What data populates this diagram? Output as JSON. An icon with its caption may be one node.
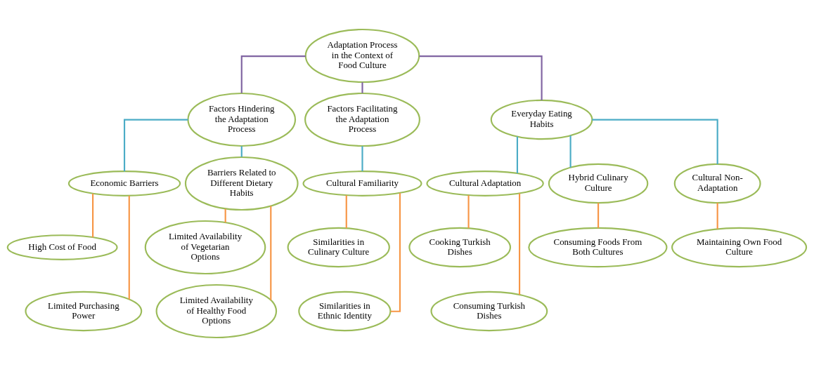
{
  "diagram": {
    "nodes": [
      {
        "text": [
          "Adaptation Process in the Context of Food Culture"
        ]
      },
      {
        "text": [
          "Factors Hindering the Adaptation Process"
        ]
      },
      {
        "text": [
          "Factors Facilitating the Adaptation Process"
        ]
      },
      {
        "text": [
          "Everyday Eating Habits"
        ]
      },
      {
        "text": [
          "Economic Barriers"
        ]
      },
      {
        "text": [
          "Barriers Related to Different Dietary Habits"
        ]
      },
      {
        "text": [
          "Cultural Familiarity"
        ]
      },
      {
        "text": [
          "Cultural Adaptation"
        ]
      },
      {
        "text": [
          "Hybrid Culinary Culture"
        ]
      },
      {
        "text": [
          "Cultural Non-Adaptation"
        ]
      },
      {
        "text": [
          "High Cost of Food"
        ]
      },
      {
        "text": [
          "Limited Purchasing Power"
        ]
      },
      {
        "text": [
          "Limited Availability of Vegetarian Options"
        ]
      },
      {
        "text": [
          "Limited Availability of Healthy Food Options"
        ]
      },
      {
        "text": [
          "Similarities in Culinary Culture"
        ]
      },
      {
        "text": [
          "Similarities in Ethnic Identity"
        ]
      },
      {
        "text": [
          "Cooking Turkish Dishes"
        ]
      },
      {
        "text": [
          "Consuming Turkish Dishes"
        ]
      },
      {
        "text": [
          "Consuming Foods From Both Cultures"
        ]
      },
      {
        "text": [
          "Maintaining Own Food Culture"
        ]
      }
    ],
    "edges": [
      {
        "from": 0,
        "to": 1,
        "arrow": "none",
        "color": "#8064a2"
      },
      {
        "from": 0,
        "to": 2,
        "arrow": "none",
        "color": "#8064a2"
      },
      {
        "from": 0,
        "to": 3,
        "arrow": "none",
        "color": "#8064a2"
      },
      {
        "from": 1,
        "to": 4,
        "arrow": "none",
        "color": "#4bacc6"
      },
      {
        "from": 1,
        "to": 5,
        "arrow": "none",
        "color": "#4bacc6"
      },
      {
        "from": 2,
        "to": 6,
        "arrow": "none",
        "color": "#4bacc6"
      },
      {
        "from": 3,
        "to": 7,
        "arrow": "none",
        "color": "#4bacc6"
      },
      {
        "from": 3,
        "to": 8,
        "arrow": "none",
        "color": "#4bacc6"
      },
      {
        "from": 3,
        "to": 9,
        "arrow": "none",
        "color": "#4bacc6"
      },
      {
        "from": 4,
        "to": 10,
        "arrow": "none"
      },
      {
        "from": 4,
        "to": 11,
        "arrow": "none"
      },
      {
        "from": 5,
        "to": 12,
        "arrow": "none"
      },
      {
        "from": 5,
        "to": 13,
        "arrow": "none"
      },
      {
        "from": 6,
        "to": 14,
        "arrow": "none"
      },
      {
        "from": 6,
        "to": 15,
        "arrow": "none"
      },
      {
        "from": 7,
        "to": 16,
        "arrow": "none"
      },
      {
        "from": 7,
        "to": 17,
        "arrow": "none"
      },
      {
        "from": 8,
        "to": 18,
        "arrow": "none"
      },
      {
        "from": 9,
        "to": 19,
        "arrow": "none"
      }
    ]
  }
}
